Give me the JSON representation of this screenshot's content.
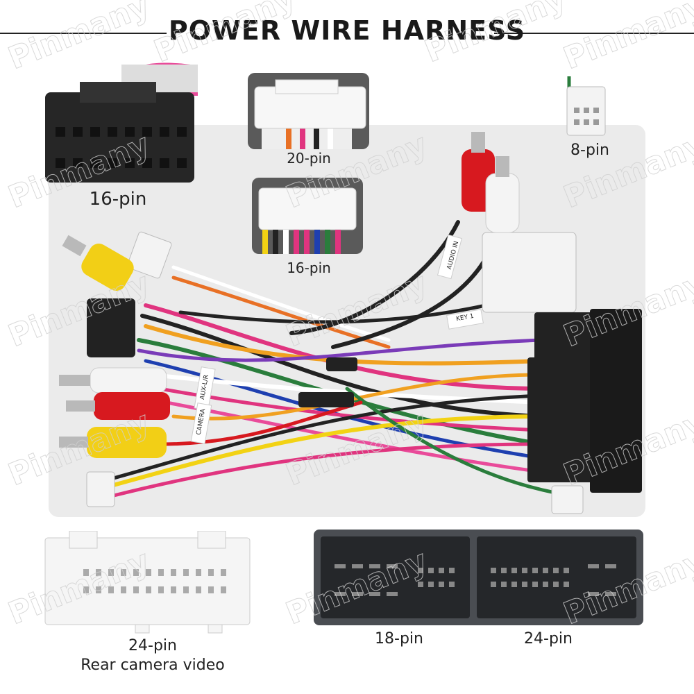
{
  "title": "POWER WIRE HARNESS",
  "watermark": "Pinmany",
  "labels": {
    "pin16_top_left": "16-pin",
    "pin20": "20-pin",
    "pin16_middle": "16-pin",
    "pin8": "8-pin",
    "pin24_bottom_left": "24-pin",
    "rear_camera": "Rear camera video",
    "pin18": "18-pin",
    "pin24_bottom_right": "24-pin"
  },
  "wire_tags": {
    "audio_in": "AUDIO IN",
    "key1": "KEY 1",
    "aux": "AUX-L/R",
    "camera": "CAMERA"
  },
  "colors": {
    "background": "#ffffff",
    "panel": "#ebebeb",
    "connector_black": "#222222",
    "connector_white": "#f3f3f3",
    "rca_red": "#d7191f",
    "rca_yellow": "#f2cf16",
    "rca_white": "#f4f4f4"
  }
}
